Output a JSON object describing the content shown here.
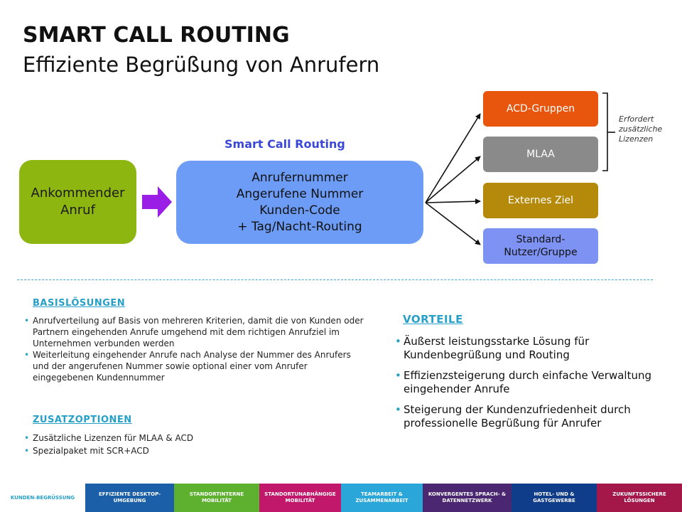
{
  "header": {
    "title": "SMART CALL ROUTING",
    "subtitle": "Effiziente Begrüßung von Anrufern"
  },
  "diagram": {
    "incoming": [
      "Ankommender",
      "Anruf"
    ],
    "smart_label": "Smart Call Routing",
    "routing_lines": [
      "Anrufernummer",
      "Angerufene Nummer",
      "Kunden-Code",
      "+ Tag/Nacht-Routing"
    ],
    "targets": [
      {
        "label": "ACD-Gruppen",
        "color": "#e8560e"
      },
      {
        "label": "MLAA",
        "color": "#8a8a8a"
      },
      {
        "label": "Externes Ziel",
        "color": "#b58a0a"
      },
      {
        "label": "Standard-Nutzer/Gruppe",
        "color": "#7d92f2"
      }
    ],
    "note_lines": [
      "Erfordert",
      "zusätzliche",
      "Lizenzen"
    ],
    "colors": {
      "incoming": "#8db611",
      "routing": "#6d9cf6",
      "arrow": "#9b1ee6",
      "smart_label": "#3b47d6"
    }
  },
  "basis": {
    "heading": "BASISLÖSUNGEN",
    "items": [
      "Anrufverteilung auf Basis von mehreren Kriterien, damit die von Kunden oder Partnern eingehenden Anrufe umgehend mit dem richtigen Anrufziel im Unternehmen verbunden werden",
      "Weiterleitung eingehender Anrufe nach Analyse der Nummer des Anrufers und der angerufenen Nummer sowie optional einer vom Anrufer eingegebenen Kundennummer"
    ]
  },
  "zusatz": {
    "heading": "ZUSATZOPTIONEN",
    "items": [
      "Zusätzliche Lizenzen für MLAA & ACD",
      "Spezialpaket mit SCR+ACD"
    ]
  },
  "vorteile": {
    "heading": "VORTEILE",
    "items": [
      "Äußerst leistungsstarke Lösung für Kundenbegrüßung und Routing",
      "Effizienzsteigerung durch einfache Verwaltung eingehender Anrufe",
      "Steigerung der Kundenzufriedenheit durch professionelle Begrüßung für Anrufer"
    ]
  },
  "footer_tabs": [
    {
      "label": "KUNDEN-BEGRÜSSUNG",
      "color": "#ffffff",
      "text_color": "#27a0c8"
    },
    {
      "label": "EFFIZIENTE DESKTOP-UMGEBUNG",
      "color": "#1a5fa8",
      "text_color": "#ffffff"
    },
    {
      "label": "STANDORTINTERNE MOBILITÄT",
      "color": "#5db12e",
      "text_color": "#ffffff"
    },
    {
      "label": "STANDORTUNABHÄNGIGE MOBILITÄT",
      "color": "#c2186b",
      "text_color": "#ffffff"
    },
    {
      "label": "TEAMARBEIT & ZUSAMMENARBEIT",
      "color": "#2aa6d8",
      "text_color": "#ffffff"
    },
    {
      "label": "KONVERGENTES SPRACH- & DATENNETZWERK",
      "color": "#4a2770",
      "text_color": "#ffffff"
    },
    {
      "label": "HOTEL- UND & GASTGEWERBE",
      "color": "#0f3d8a",
      "text_color": "#ffffff"
    },
    {
      "label": "ZUKUNFTSSICHERE LÖSUNGEN",
      "color": "#a31848",
      "text_color": "#ffffff"
    }
  ]
}
